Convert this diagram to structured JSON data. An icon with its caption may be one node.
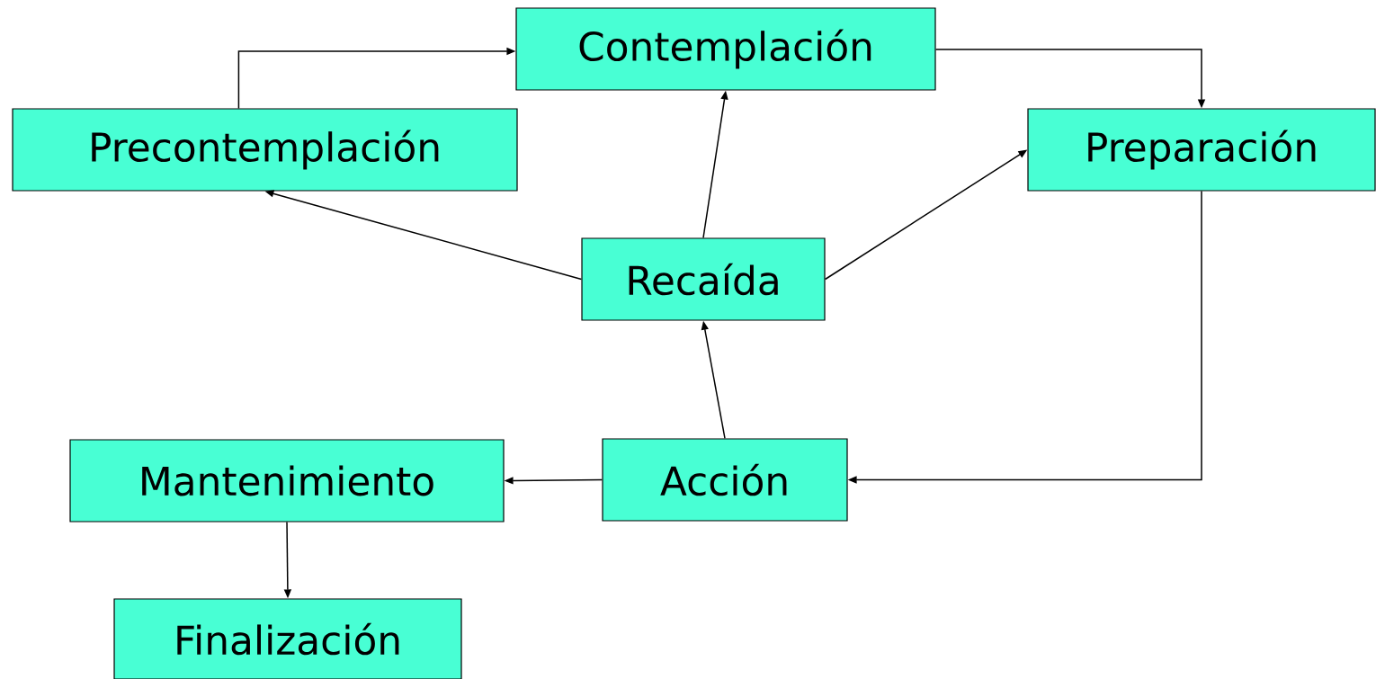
{
  "diagram": {
    "nodes": [
      {
        "text": [
          "Precontemplación"
        ]
      },
      {
        "text": [
          "Contemplación"
        ]
      },
      {
        "text": [
          "Preparación"
        ]
      },
      {
        "text": [
          "Recaída"
        ]
      },
      {
        "text": [
          "Acción"
        ]
      },
      {
        "text": [
          "Mantenimiento"
        ]
      },
      {
        "text": [
          "Finalización"
        ]
      }
    ],
    "edges": [
      {
        "from": 0,
        "to": 1,
        "arrow": "to"
      },
      {
        "from": 1,
        "to": 2,
        "arrow": "to"
      },
      {
        "from": 2,
        "to": 4,
        "arrow": "to"
      },
      {
        "from": 4,
        "to": 3,
        "arrow": "to"
      },
      {
        "from": 3,
        "to": 1,
        "arrow": "to"
      },
      {
        "from": 3,
        "to": 0,
        "arrow": "to"
      },
      {
        "from": 3,
        "to": 2,
        "arrow": "to"
      },
      {
        "from": 4,
        "to": 5,
        "arrow": "to"
      },
      {
        "from": 5,
        "to": 6,
        "arrow": "to"
      }
    ]
  }
}
